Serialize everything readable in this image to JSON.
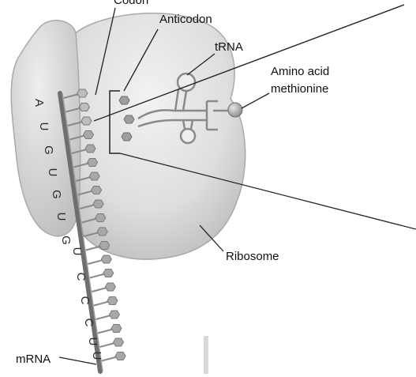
{
  "labels": {
    "codon": "Codon",
    "anticodon": "Anticodon",
    "trna": "tRNA",
    "amino_acid_line1": "Amino acid",
    "amino_acid_line2": "methionine",
    "ribosome": "Ribosome",
    "mrna": "mRNA"
  },
  "mrna_bases": [
    "A",
    "U",
    "G",
    "U",
    "G",
    "U",
    "G",
    "U",
    "C",
    "C",
    "C",
    "U",
    "U"
  ],
  "colors": {
    "ribosome_fill": "#dcdcdc",
    "ribosome_highlight": "#eeeeee",
    "strand": "#6e6e6e",
    "nucleotide": "#a8a8a8"
  }
}
